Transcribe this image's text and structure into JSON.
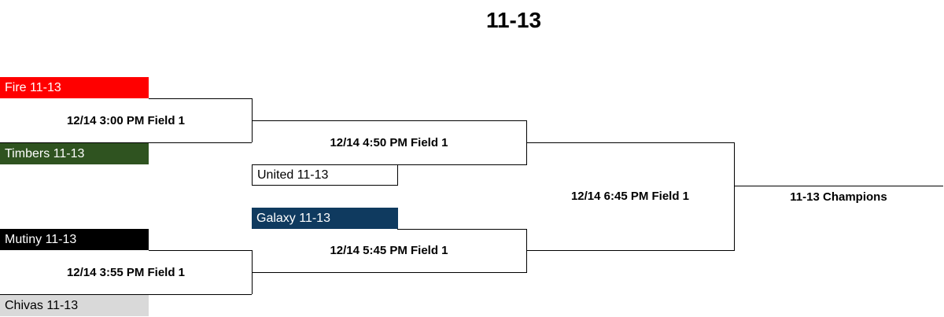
{
  "title": "11-13",
  "teams": {
    "fire": {
      "label": "Fire 11-13",
      "color": "#ff0000",
      "text_color": "#ffffff"
    },
    "timbers": {
      "label": "Timbers 11-13",
      "color": "#2f5320",
      "text_color": "#ffffff"
    },
    "mutiny": {
      "label": "Mutiny 11-13",
      "color": "#000000",
      "text_color": "#ffffff"
    },
    "chivas": {
      "label": "Chivas 11-13",
      "color": "#d9d9d9",
      "text_color": "#000000"
    },
    "united": {
      "label": "United 11-13",
      "color": "#ffffff",
      "text_color": "#000000"
    },
    "galaxy": {
      "label": "Galaxy 11-13",
      "color": "#0f3a5f",
      "text_color": "#ffffff"
    }
  },
  "matches": {
    "r1_top": "12/14 3:00 PM Field 1",
    "r1_bottom": "12/14 3:55 PM Field 1",
    "r2_top": "12/14 4:50 PM Field 1",
    "r2_bottom": "12/14 5:45 PM Field 1",
    "final": "12/14 6:45 PM Field 1"
  },
  "champion_label": "11-13 Champions"
}
